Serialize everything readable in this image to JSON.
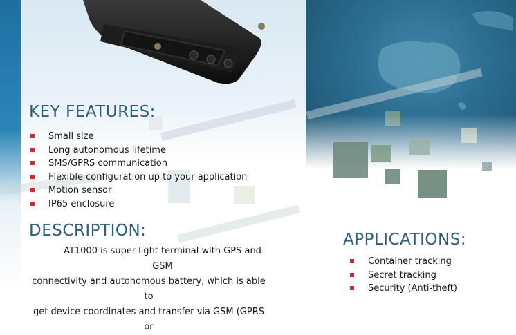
{
  "key_features": {
    "heading": "KEY FEATURES:",
    "items": [
      "Small size",
      "Long autonomous lifetime",
      "SMS/GPRS communication",
      "Flexible configuration up to your application",
      "Motion sensor",
      "IP65 enclosure"
    ]
  },
  "description": {
    "heading": "DESCRIPTION:",
    "lines": [
      "AT1000 is super-light terminal with GPS and GSM",
      "connectivity and autonomous battery, which is able to",
      "get device coordinates and transfer via GSM (GPRS or"
    ]
  },
  "applications": {
    "heading": "APPLICATIONS:",
    "items": [
      "Container tracking",
      "Secret tracking",
      "Security (Anti-theft)"
    ]
  },
  "colors": {
    "heading": "#2d5f78",
    "bullet": "#d9262b",
    "map_ocean": "#2a6b8e"
  }
}
